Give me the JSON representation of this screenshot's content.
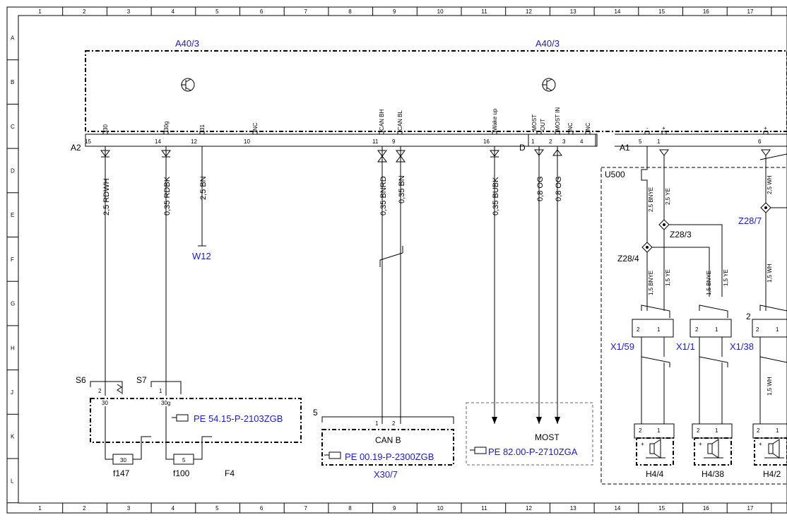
{
  "grid": {
    "columns": [
      "1",
      "2",
      "3",
      "4",
      "5",
      "6",
      "7",
      "8",
      "9",
      "10",
      "11",
      "12",
      "13",
      "14",
      "15",
      "16",
      "17"
    ],
    "rows": [
      "A",
      "B",
      "C",
      "D",
      "E",
      "F",
      "G",
      "H",
      "J",
      "K",
      "L"
    ]
  },
  "modules": {
    "a40_left": "A40/3",
    "a40_right": "A40/3",
    "a2": "A2",
    "d": "D",
    "a1": "A1",
    "u500": "U500"
  },
  "pins_top": {
    "p30": "30",
    "p30g": "30g",
    "p31": "31",
    "nc1": "NC",
    "canbh": "CAN BH",
    "canbl": "CAN BL",
    "wakeup": "Wake up",
    "most_out1": "MOST",
    "most_out2": "OUT",
    "most_in": "MOST IN",
    "nc2": "NC",
    "nc3": "NC",
    "minus": "-",
    "plus1": "+",
    "plus2": "+"
  },
  "pin_numbers": {
    "n15": "15",
    "n14": "14",
    "n12": "12",
    "n10": "10",
    "n11": "11",
    "n9": "9",
    "n16": "16",
    "n1": "1",
    "n2": "2",
    "n3": "3",
    "n4": "4",
    "n5": "5",
    "n1b": "1",
    "n6": "6"
  },
  "wires": {
    "w1": "2,5 RDWH",
    "w2": "0,35 RDBK",
    "w3": "2,5 BN",
    "w4": "0,35 BNRD",
    "w5": "0,35 BN",
    "w6": "0,35 BUBK",
    "w7": "0,8 OG",
    "w8": "0,8 OG",
    "w9": "2,5 BNYE",
    "w10": "2,5 YE",
    "w11": "2,5 WH",
    "w12": "1,5 BNYE",
    "w13": "1,5 YE",
    "w14": "1,5 BNYE",
    "w15": "1,5 YE",
    "w16": "1,5 WH",
    "w17": "1,5 WH"
  },
  "refs": {
    "w12": "W12",
    "z283": "Z28/3",
    "z284": "Z28/4",
    "z287": "Z28/7",
    "x159": "X1/59",
    "x11": "X1/1",
    "x138": "X1/38",
    "x307": "X30/7",
    "h44": "H4/4",
    "h438": "H4/38",
    "h42": "H4/2"
  },
  "labels": {
    "s6": "S6",
    "s7": "S7",
    "s6pin": "2",
    "s7pin": "1",
    "s6term": "30",
    "s7term": "30g",
    "f147": "f147",
    "f100": "f100",
    "f4": "F4",
    "fuse30": "30",
    "fuse5": "5",
    "canb": "CAN B",
    "canb_pin1": "1",
    "canb_pin2": "2",
    "canb_num": "5",
    "most": "MOST",
    "u500_two": "2"
  },
  "pe_refs": {
    "pe1": "PE 54.15-P-2103ZGB",
    "pe2": "PE 00.19-P-2300ZGB",
    "pe3": "PE 82.00-P-2710ZGA"
  },
  "connectors": {
    "c1a": "2",
    "c1b": "1",
    "c2a": "2",
    "c2b": "1",
    "c3a": "2",
    "c3b": "1",
    "h1a": "2",
    "h1b": "1",
    "h2a": "2",
    "h2b": "1",
    "h3a": "2",
    "h3b": "1",
    "plus": "+",
    "minus": "-"
  },
  "icons": {
    "transistor": "transistor-icon",
    "pointer": "hand-pointer-icon",
    "speaker": "speaker-icon"
  },
  "colors": {
    "reference_blue": "#1a1acc",
    "line": "#000000"
  }
}
